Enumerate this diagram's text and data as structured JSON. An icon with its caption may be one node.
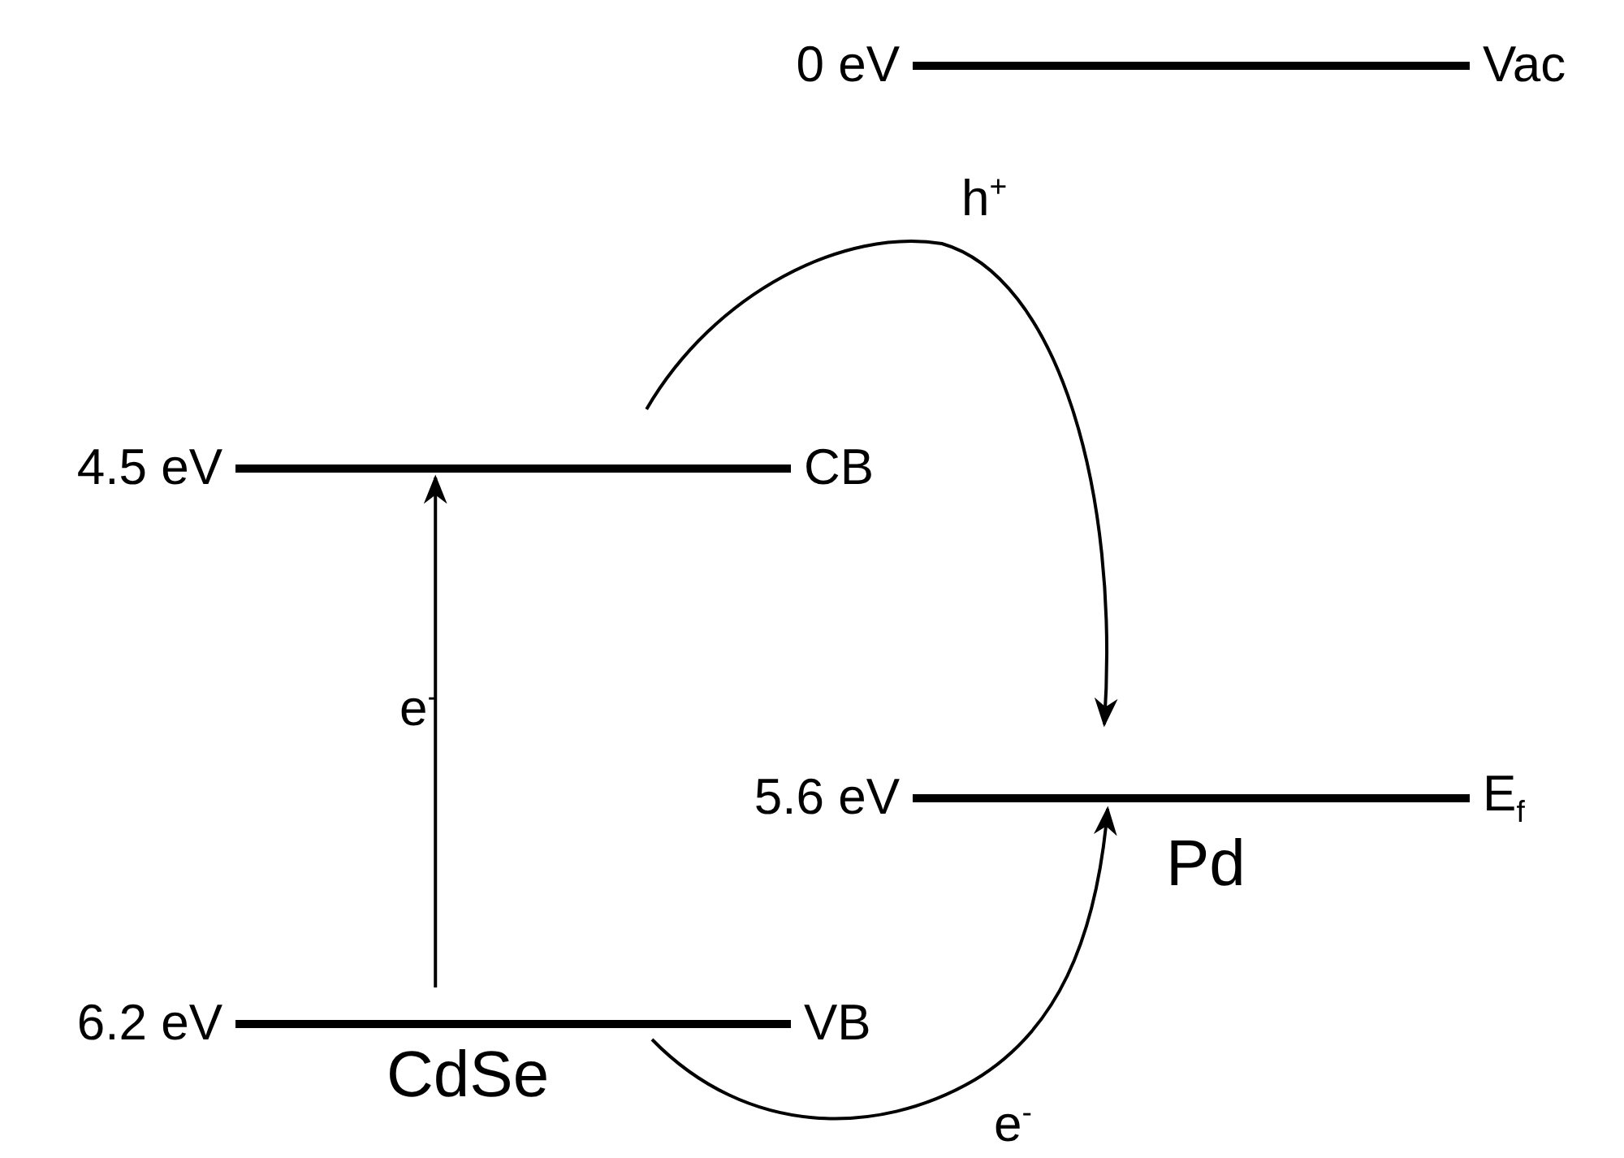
{
  "diagram": {
    "nodes": [
      {
        "text": [
          "Vac"
        ],
        "beside": [
          "0 eV"
        ]
      },
      {
        "text": [
          "CB"
        ],
        "beside": [
          "4.5 eV"
        ]
      },
      {
        "text": [
          "E$_{f}$"
        ],
        "beside": [
          "5.6 eV"
        ]
      },
      {
        "text": [
          "VB"
        ],
        "beside": [
          "6.2 eV"
        ]
      }
    ],
    "edges": [
      {
        "from": 3,
        "to": 1,
        "arrow": "to",
        "label": "e$^{-}$"
      },
      {
        "from": 1,
        "to": 2,
        "arrow": "to",
        "label": "h$^{+}$"
      },
      {
        "from": 3,
        "to": 2,
        "arrow": "to",
        "label": "e$^{-}$"
      }
    ],
    "labels": [
      "CdSe",
      "Pd"
    ]
  }
}
